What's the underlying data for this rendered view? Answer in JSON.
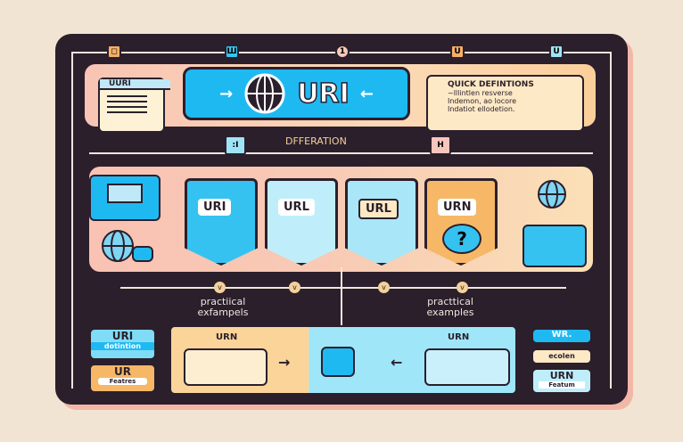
{
  "top_icons": [
    "◻",
    "Ш",
    "1",
    "U",
    "U"
  ],
  "hero": {
    "doc_title": "UURI",
    "title": "URI"
  },
  "quick": {
    "title": "QUICK DEFINTIONS",
    "lines": [
      "~lllintlen resverse",
      "Indemon, ao locore",
      "Indatiot ellodetion."
    ]
  },
  "section": {
    "label": "DFFERATION",
    "left_badge": ":I",
    "right_badge": "H"
  },
  "cards": [
    {
      "label": "URI"
    },
    {
      "label": "URL"
    },
    {
      "label": "URL"
    },
    {
      "label": "URN",
      "icon": "?"
    }
  ],
  "chevron": "v",
  "practical": {
    "left": "practiical exfampels",
    "right": "practtical examples"
  },
  "bottom_left": [
    {
      "title": "URI",
      "sub": "dotintion"
    },
    {
      "title": "UR",
      "sub": "Featres"
    }
  ],
  "compare": {
    "left_label": "URN",
    "right_label": "URN"
  },
  "bottom_right": [
    {
      "title": "WR."
    },
    {
      "title": "ecolen"
    },
    {
      "title": "URN",
      "sub": "Featum"
    }
  ]
}
